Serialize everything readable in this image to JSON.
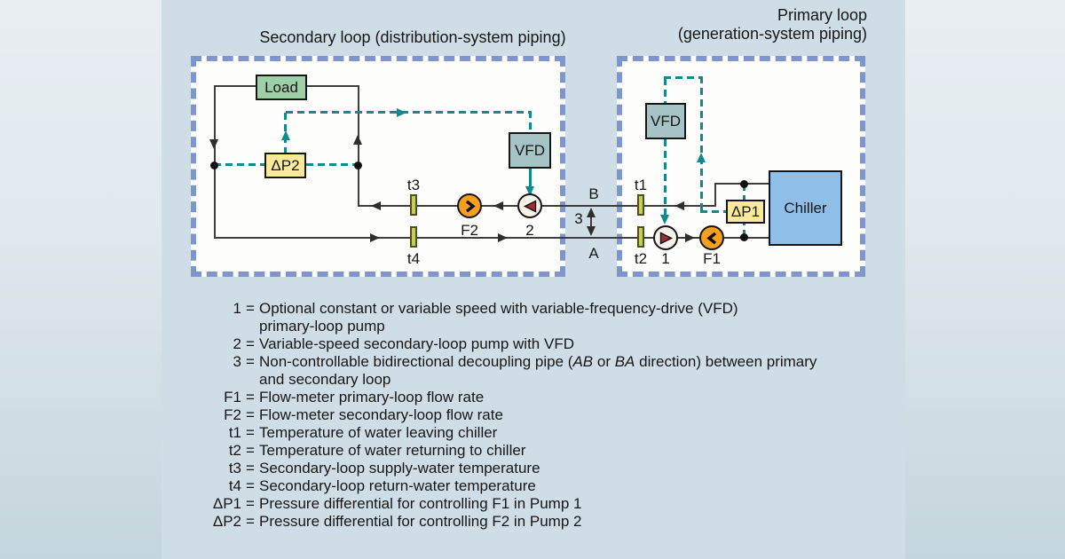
{
  "figure": {
    "secondary_loop": {
      "title": "Secondary loop (distribution-system piping)",
      "load_label": "Load",
      "dp2_label": "ΔP2",
      "vfd_label": "VFD",
      "t3_label": "t3",
      "t4_label": "t4",
      "f2_label": "F2",
      "pump2_label": "2"
    },
    "primary_loop": {
      "title_line1": "Primary loop",
      "title_line2": "(generation-system piping)",
      "vfd_label": "VFD",
      "dp1_label": "ΔP1",
      "chiller_label": "Chiller",
      "t1_label": "t1",
      "t2_label": "t2",
      "pump1_label": "1",
      "f1_label": "F1"
    },
    "decoupler": {
      "b_label": "B",
      "num_label": "3",
      "a_label": "A"
    }
  },
  "legend": {
    "rows": [
      {
        "key": "1",
        "eq": "=",
        "text": "Optional constant or variable speed with variable-frequency-drive (VFD)"
      },
      {
        "key": "",
        "eq": "",
        "text": "primary-loop pump"
      },
      {
        "key": "2",
        "eq": "=",
        "text": "Variable-speed secondary-loop pump with VFD"
      },
      {
        "key": "3",
        "eq": "=",
        "t1": "Non-controllable bidirectional decoupling pipe (",
        "i1": "AB",
        "t2": " or ",
        "i2": "BA",
        "t3": " direction) between primary"
      },
      {
        "key": "",
        "eq": "",
        "text": "and secondary loop"
      },
      {
        "key": "F1",
        "eq": "=",
        "text": "Flow-meter primary-loop flow rate"
      },
      {
        "key": "F2",
        "eq": "=",
        "text": "Flow-meter secondary-loop flow rate"
      },
      {
        "key": "t1",
        "eq": "=",
        "text": "Temperature of water leaving chiller"
      },
      {
        "key": "t2",
        "eq": "=",
        "text": "Temperature of water returning to chiller"
      },
      {
        "key": "t3",
        "eq": "=",
        "text": "Secondary-loop supply-water temperature"
      },
      {
        "key": "t4",
        "eq": "=",
        "text": "Secondary-loop return-water temperature"
      },
      {
        "key": "ΔP1",
        "eq": "=",
        "text": "Pressure differential for controlling F1 in Pump 1"
      },
      {
        "key": "ΔP2",
        "eq": "=",
        "text": "Pressure differential for controlling F2 in Pump 2"
      }
    ]
  },
  "colors": {
    "figure_background": "#cfdee6",
    "outer_background_top": "#e9eef2",
    "outer_background_bottom": "#c5d5dd",
    "loop_box_fill": "#fdfdfb",
    "loop_box_dashed_border": "#7e95cd",
    "control_line_teal": "#118a8c",
    "load_green": "#9ed0a7",
    "dp_yellow": "#f9e998",
    "vfd_teal_gray": "#a6c4c6",
    "chiller_blue": "#8fbee9",
    "flow_meter_orange": "#f5a01f",
    "pump_impeller_red": "#9c2f33",
    "pump_body_cream": "#f7f3e8",
    "temp_sensor_green": "#c3d054",
    "pipe_gray": "#3d3d3d"
  }
}
